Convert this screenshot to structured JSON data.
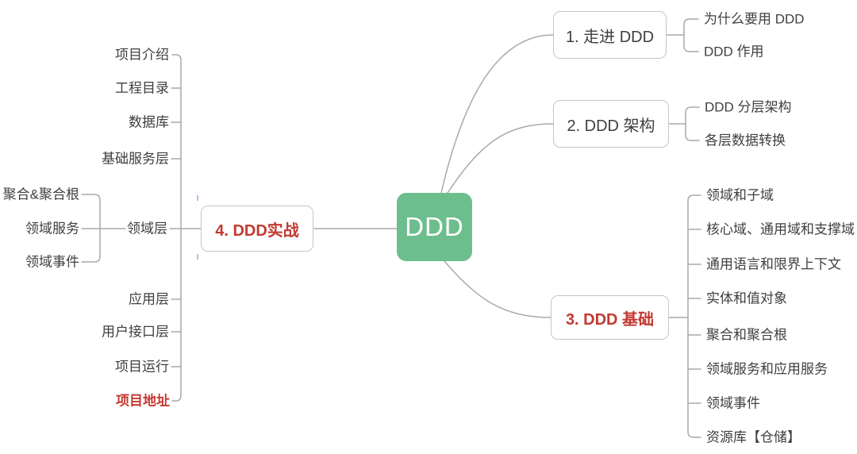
{
  "app": {
    "type": "mindmap"
  },
  "colors": {
    "root_bg": "#6dbe8d",
    "root_text": "#ffffff",
    "accent_red": "#c23a31",
    "text": "#3f3f3f",
    "line": "#a9a9a9",
    "box_border": "#c6c6c6",
    "handle_blue": "#a5c7ee"
  },
  "root": {
    "label": "DDD"
  },
  "branches": [
    {
      "label": "1. 走进 DDD",
      "children": [
        "为什么要用 DDD",
        "DDD 作用"
      ]
    },
    {
      "label": "2. DDD 架构",
      "children": [
        "DDD 分层架构",
        "各层数据转换"
      ]
    },
    {
      "label": "3. DDD 基础",
      "children": [
        "领域和子域",
        "核心域、通用域和支撑域",
        "通用语言和限界上下文",
        "实体和值对象",
        "聚合和聚合根",
        "领域服务和应用服务",
        "领域事件",
        "资源库【仓储】"
      ]
    },
    {
      "label": "4. DDD实战",
      "children": [
        "项目介绍",
        "工程目录",
        "数据库",
        "基础服务层",
        "领域层",
        "应用层",
        "用户接口层",
        "项目运行",
        "项目地址"
      ],
      "domain_layer_children": [
        "聚合&聚合根",
        "领域服务",
        "领域事件"
      ]
    }
  ]
}
